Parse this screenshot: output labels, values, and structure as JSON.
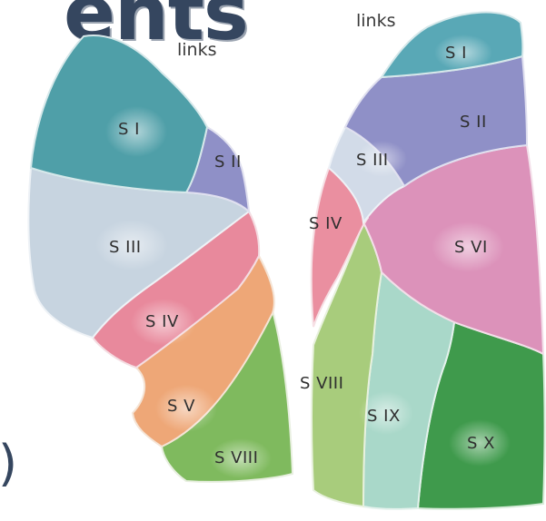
{
  "heading_fragment": "ents",
  "paren_fragment": ")",
  "left_lung": {
    "side_label": "links",
    "segments": [
      "S I",
      "S II",
      "S III",
      "S IV",
      "S V",
      "S VIII"
    ]
  },
  "right_lung": {
    "side_label": "links",
    "segments": [
      "S I",
      "S II",
      "S III",
      "S IV",
      "S VI",
      "S VIII",
      "S IX",
      "S X"
    ]
  },
  "colors": {
    "teal": "#4f9fa8",
    "lavender": "#8f90c7",
    "pale_blue": "#c9d6e1",
    "pink": "#e8899c",
    "orange": "#eea777",
    "light_green": "#a8cc7c",
    "green": "#5fae55",
    "magenta": "#dc92ba",
    "aqua": "#a9d8c9",
    "dark_green": "#3f9a4c",
    "heading": "#35465f"
  }
}
